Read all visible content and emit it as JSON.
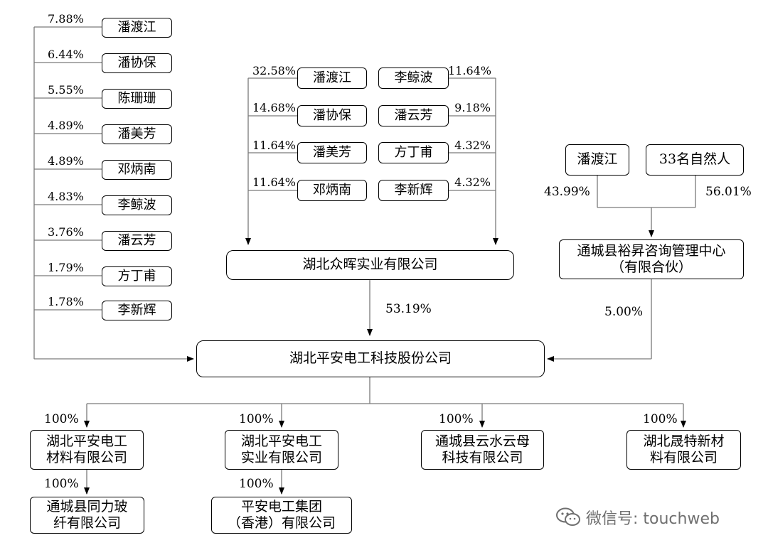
{
  "left_holders": [
    {
      "name": "潘渡江",
      "pct": "7.88%"
    },
    {
      "name": "潘协保",
      "pct": "6.44%"
    },
    {
      "name": "陈珊珊",
      "pct": "5.55%"
    },
    {
      "name": "潘美芳",
      "pct": "4.89%"
    },
    {
      "name": "邓炳南",
      "pct": "4.89%"
    },
    {
      "name": "李鲸波",
      "pct": "4.83%"
    },
    {
      "name": "潘云芳",
      "pct": "3.76%"
    },
    {
      "name": "方丁甫",
      "pct": "1.79%"
    },
    {
      "name": "李新辉",
      "pct": "1.78%"
    }
  ],
  "zhonghui_holders_left": [
    {
      "name": "潘渡江",
      "pct": "32.58%"
    },
    {
      "name": "潘协保",
      "pct": "14.68%"
    },
    {
      "name": "潘美芳",
      "pct": "11.64%"
    },
    {
      "name": "邓炳南",
      "pct": "11.64%"
    }
  ],
  "zhonghui_holders_right": [
    {
      "name": "李鲸波",
      "pct": "11.64%"
    },
    {
      "name": "潘云芳",
      "pct": "9.18%"
    },
    {
      "name": "方丁甫",
      "pct": "4.32%"
    },
    {
      "name": "李新辉",
      "pct": "4.32%"
    }
  ],
  "zhonghui": {
    "name": "湖北众晖实业有限公司",
    "pct": "53.19%"
  },
  "yusheng_holders": [
    {
      "name": "潘渡江",
      "pct": "43.99%"
    },
    {
      "name": "33名自然人",
      "pct": "56.01%"
    }
  ],
  "yusheng": {
    "name": "通城县裕昇咨询管理中心\n（有限合伙）",
    "pct": "5.00%"
  },
  "main_company": {
    "name": "湖北平安电工科技股份公司"
  },
  "subsidiaries": [
    {
      "name": "湖北平安电工\n材料有限公司",
      "pct": "100%"
    },
    {
      "name": "湖北平安电工\n实业有限公司",
      "pct": "100%"
    },
    {
      "name": "通城县云水云母\n科技有限公司",
      "pct": "100%"
    },
    {
      "name": "湖北晟特新材\n料有限公司",
      "pct": "100%"
    }
  ],
  "sub_subsidiaries": [
    {
      "name": "通城县同力玻\n纤有限公司",
      "pct": "100%"
    },
    {
      "name": "平安电工集团\n（香港）有限公司",
      "pct": "100%"
    }
  ],
  "watermark": {
    "text": "微信号: touchweb",
    "icon": "wechat-icon"
  }
}
